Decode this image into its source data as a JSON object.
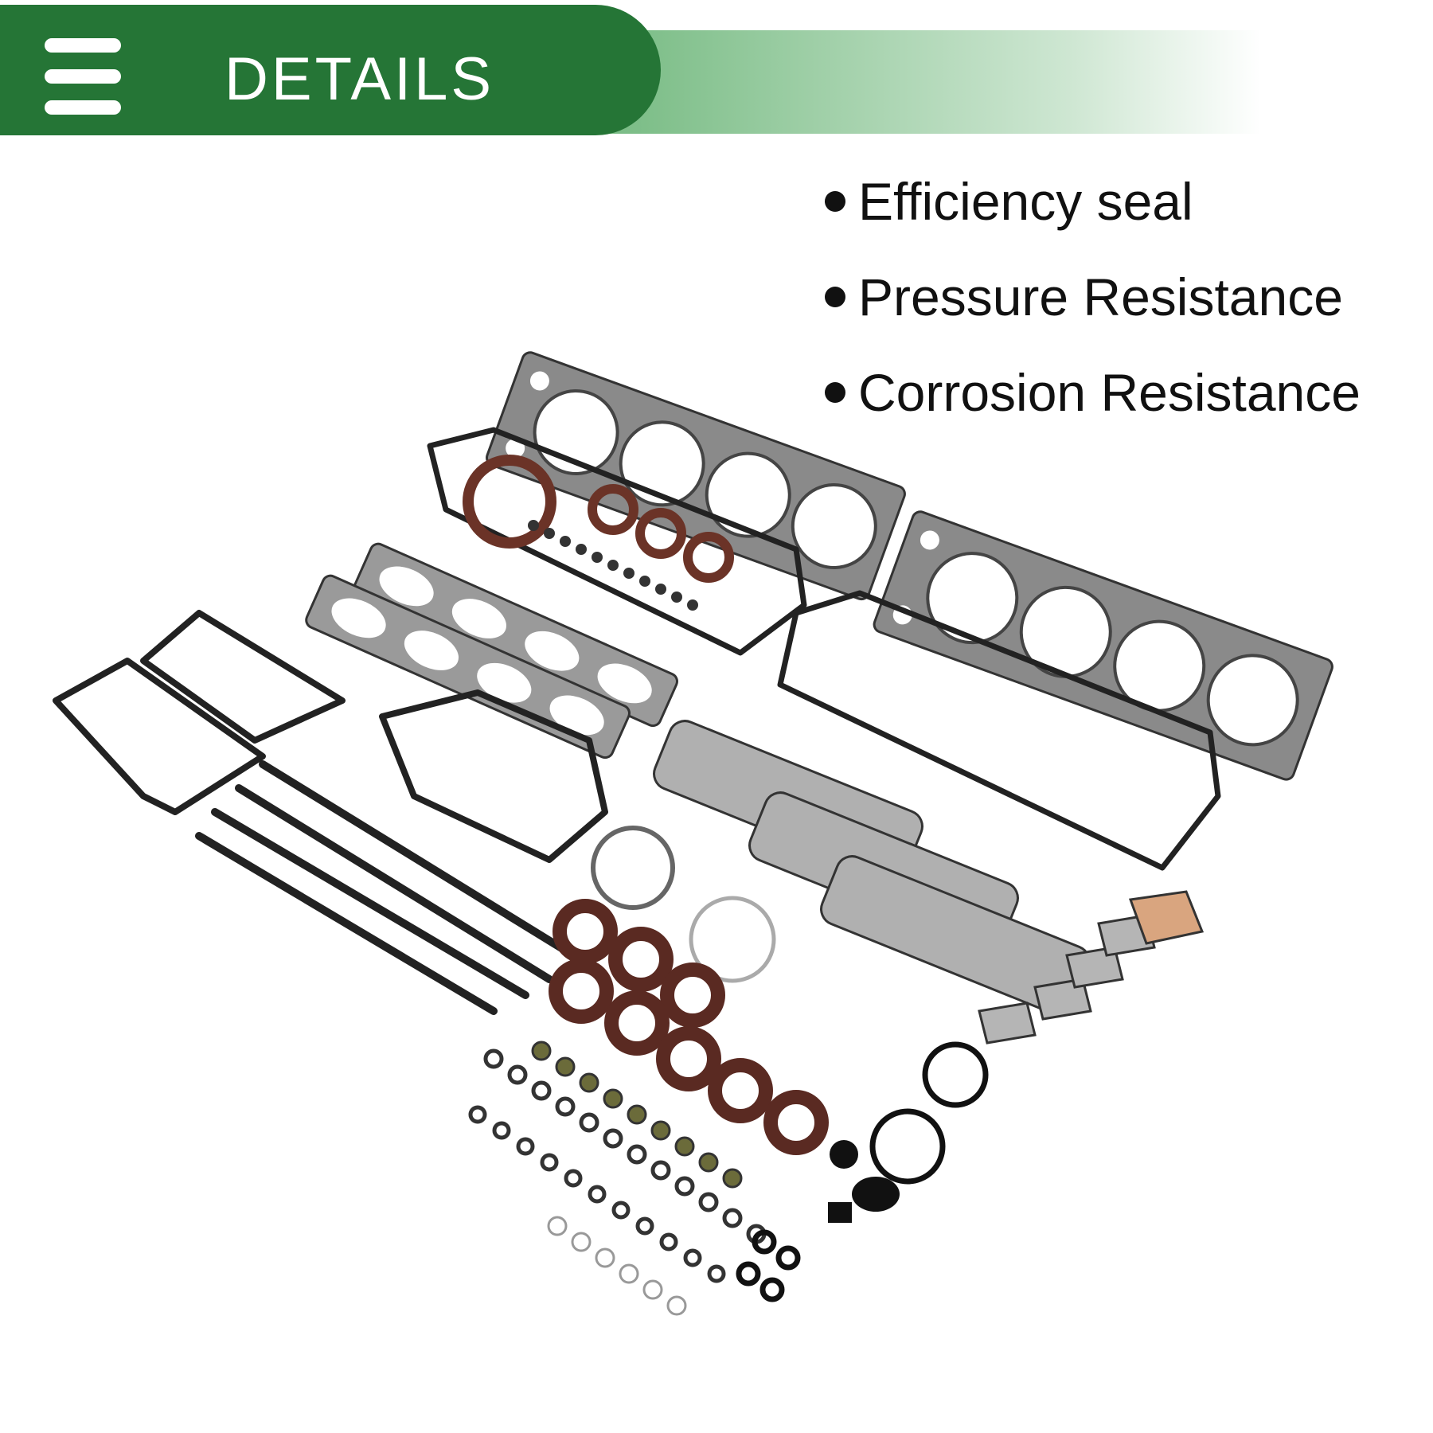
{
  "header": {
    "title": "DETAILS",
    "menu_icon": "hamburger-menu-icon",
    "tab_color": "#257536"
  },
  "features": [
    {
      "label": "Efficiency seal"
    },
    {
      "label": "Pressure Resistance"
    },
    {
      "label": "Corrosion Resistance"
    }
  ],
  "product_photo": {
    "subject": "engine-gasket-kit"
  }
}
